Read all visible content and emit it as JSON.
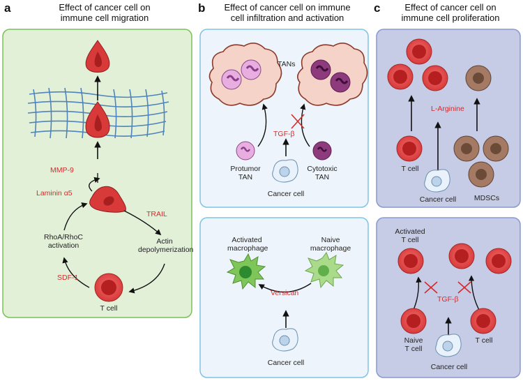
{
  "panel_a": {
    "letter": "a",
    "heading_line1": "Effect of cancer cell on",
    "heading_line2": "immune cell migration",
    "mmp9": "MMP-9",
    "laminin": "Laminin α5",
    "trail": "TRAIL",
    "rhoa_line1": "RhoA/RhoC",
    "rhoa_line2": "activation",
    "actin_line1": "Actin",
    "actin_line2": "depolymerization",
    "sdf1": "SDF-1",
    "tcell": "T cell"
  },
  "panel_b": {
    "letter": "b",
    "heading_line1": "Effect of cancer cell on immune",
    "heading_line2": "cell infiltration and activation",
    "tans": "TANs",
    "tgfb": "TGF-β",
    "protumor_line1": "Protumor",
    "protumor_line2": "TAN",
    "cytotoxic_line1": "Cytotoxic",
    "cytotoxic_line2": "TAN",
    "cancer_cell_top": "Cancer cell",
    "activated_line1": "Activated",
    "activated_line2": "macrophage",
    "naive_line1": "Naive",
    "naive_line2": "macrophage",
    "versican": "Versican",
    "cancer_cell_bottom": "Cancer cell"
  },
  "panel_c": {
    "letter": "c",
    "heading_line1": "Effect of cancer cell on",
    "heading_line2": "immune cell proliferation",
    "larginine": "L-Arginine",
    "tcell_top": "T cell",
    "cancer_cell_top": "Cancer cell",
    "mdscs": "MDSCs",
    "activated_line1": "Activated",
    "activated_line2": "T cell",
    "tgfb": "TGF-β",
    "naive_line1": "Naive",
    "naive_line2": "T cell",
    "tcell_bottom": "T cell",
    "cancer_cell_bottom": "Cancer cell"
  },
  "colors": {
    "accent_red": "#d42b2b",
    "panel_a_fill": "#e2f0d8",
    "panel_a_border": "#7bbf5a",
    "panel_b_fill": "#eef4fb",
    "panel_b_border": "#7ec3e4",
    "panel_c_fill": "#c6cce6",
    "panel_c_border": "#8a98cc"
  }
}
